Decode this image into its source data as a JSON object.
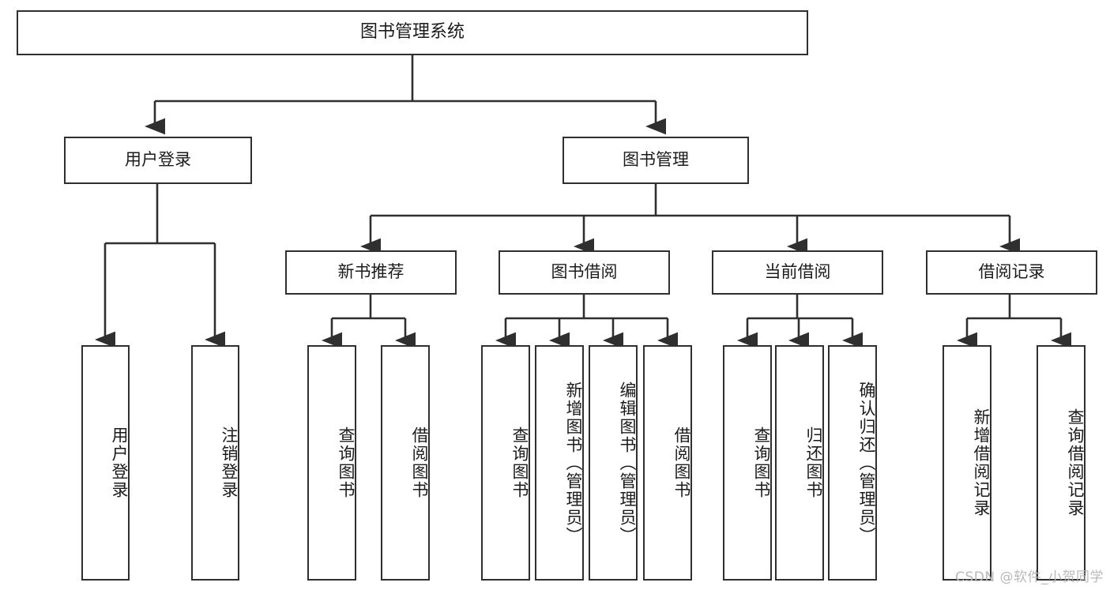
{
  "diagram": {
    "title": "图书管理系统",
    "type": "hierarchy-tree",
    "root": {
      "id": "root",
      "label": "图书管理系统"
    },
    "level1": [
      {
        "id": "user-login",
        "label": "用户登录"
      },
      {
        "id": "book-manage",
        "label": "图书管理"
      }
    ],
    "level2": [
      {
        "id": "new-book-rec",
        "label": "新书推荐",
        "parent": "book-manage"
      },
      {
        "id": "book-borrow",
        "label": "图书借阅",
        "parent": "book-manage"
      },
      {
        "id": "current-borrow",
        "label": "当前借阅",
        "parent": "book-manage"
      },
      {
        "id": "borrow-record",
        "label": "借阅记录",
        "parent": "book-manage"
      }
    ],
    "leaves": [
      {
        "id": "leaf-user-login",
        "label": "用户登录",
        "parent": "user-login"
      },
      {
        "id": "leaf-logout-login",
        "label": "注销登录",
        "parent": "user-login"
      },
      {
        "id": "leaf-query-book-1",
        "label": "查询图书",
        "parent": "new-book-rec"
      },
      {
        "id": "leaf-borrow-book-1",
        "label": "借阅图书",
        "parent": "new-book-rec"
      },
      {
        "id": "leaf-query-book-2",
        "label": "查询图书",
        "parent": "book-borrow"
      },
      {
        "id": "leaf-add-book",
        "label": "新增图书（管理员）",
        "parent": "book-borrow"
      },
      {
        "id": "leaf-edit-book",
        "label": "编辑图书（管理员）",
        "parent": "book-borrow"
      },
      {
        "id": "leaf-borrow-book-2",
        "label": "借阅图书",
        "parent": "book-borrow"
      },
      {
        "id": "leaf-query-book-3",
        "label": "查询图书",
        "parent": "current-borrow"
      },
      {
        "id": "leaf-return-book",
        "label": "归还图书",
        "parent": "current-borrow"
      },
      {
        "id": "leaf-confirm-return",
        "label": "确认归还（管理员）",
        "parent": "current-borrow"
      },
      {
        "id": "leaf-add-record",
        "label": "新增借阅记录",
        "parent": "borrow-record"
      },
      {
        "id": "leaf-query-record",
        "label": "查询借阅记录",
        "parent": "borrow-record"
      }
    ],
    "colors": {
      "stroke": "#2f2f2f",
      "fill": "#ffffff",
      "text": "#1b1b1b",
      "watermark": "#b9b9b9"
    }
  },
  "watermark": {
    "text": "CSDN @软件_小贺同学"
  }
}
